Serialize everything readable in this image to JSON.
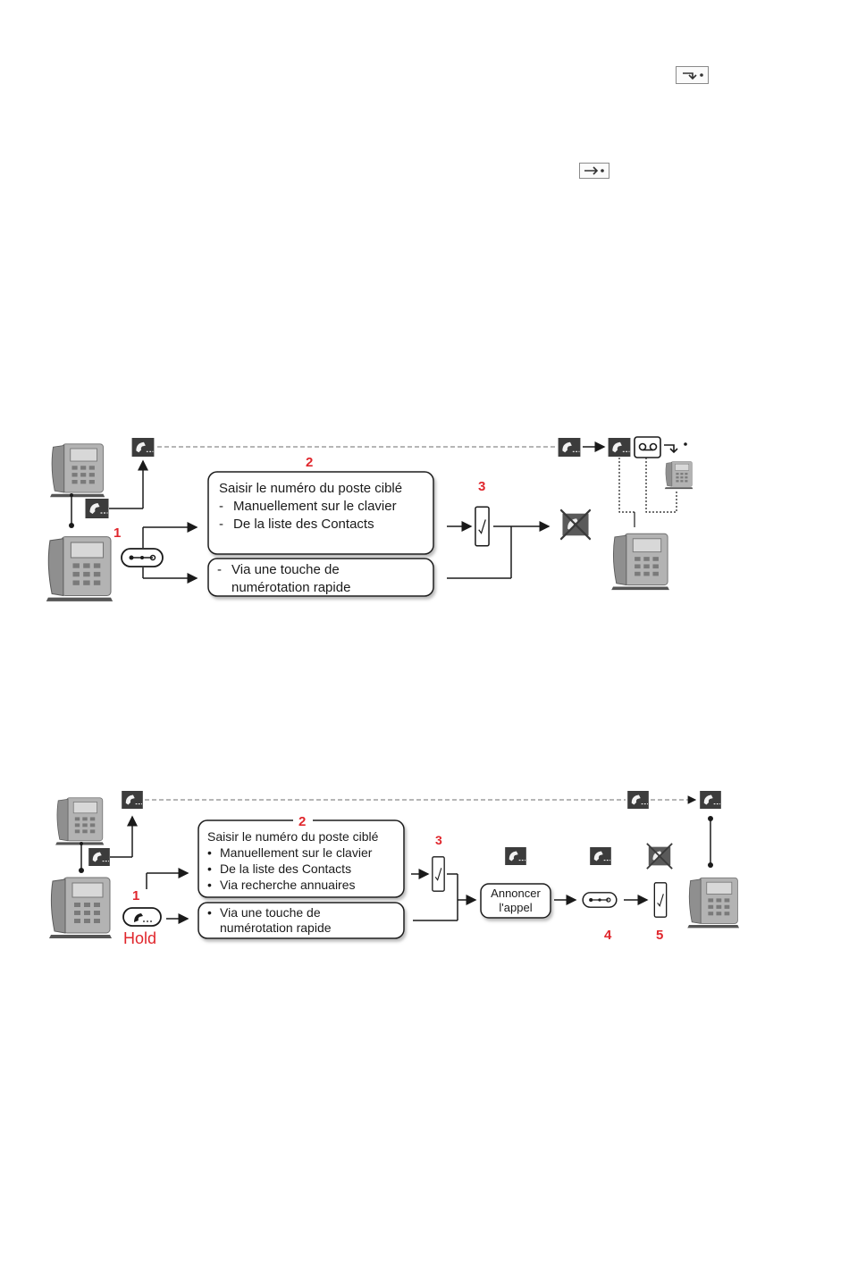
{
  "diagram1": {
    "step_1": "1",
    "step_2": "2",
    "step_3": "3",
    "box_main": {
      "title": "Saisir le numéro du poste ciblé",
      "items": [
        "Manuellement sur le clavier",
        "De la liste des Contacts"
      ],
      "bullet": "-"
    },
    "box_speed": {
      "bullet": "-",
      "lines": [
        "Via une touche de",
        "numérotation rapide"
      ]
    }
  },
  "diagram2": {
    "step_1": "1",
    "hold_label": "Hold",
    "step_2": "2",
    "step_3": "3",
    "step_4": "4",
    "step_5": "5",
    "box_main": {
      "title": "Saisir le numéro du poste ciblé",
      "items": [
        "Manuellement sur le clavier",
        "De la liste des Contacts",
        "Via recherche annuaires"
      ],
      "bullet": "•"
    },
    "box_speed": {
      "bullet": "•",
      "lines": [
        "Via une touche de",
        "numérotation rapide"
      ]
    },
    "announce": [
      "Annoncer",
      "l'appel"
    ]
  },
  "colors": {
    "accent_red": "#e0262c",
    "icon_dark": "#3c3c3c",
    "phone_grey": "#9c9c9c"
  }
}
